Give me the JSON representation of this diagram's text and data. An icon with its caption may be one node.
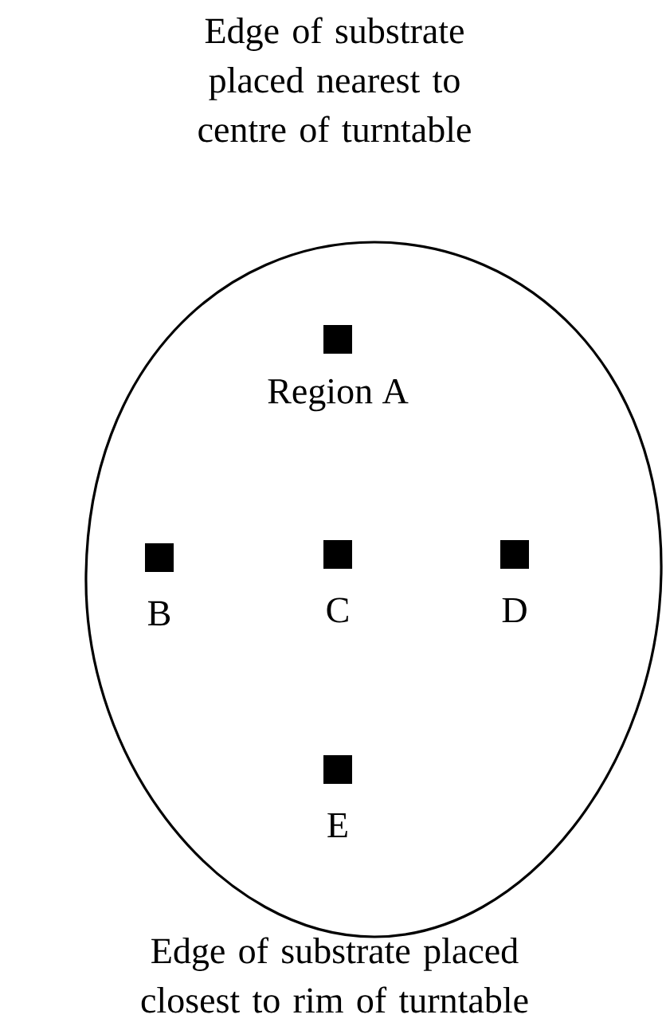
{
  "diagram": {
    "nodes": [
      {
        "text": [],
        "shape": "circle"
      },
      {
        "text": [
          "Region A"
        ],
        "in": 0
      },
      {
        "text": [
          "B"
        ],
        "in": 0
      },
      {
        "text": [
          "C"
        ],
        "in": 0
      },
      {
        "text": [
          "D"
        ],
        "in": 0
      },
      {
        "text": [
          "E"
        ],
        "in": 0
      }
    ],
    "labels": [
      "Edge of substrate placed nearest to centre of turntable",
      "Edge of substrate placed closest to rim of turntable"
    ]
  }
}
